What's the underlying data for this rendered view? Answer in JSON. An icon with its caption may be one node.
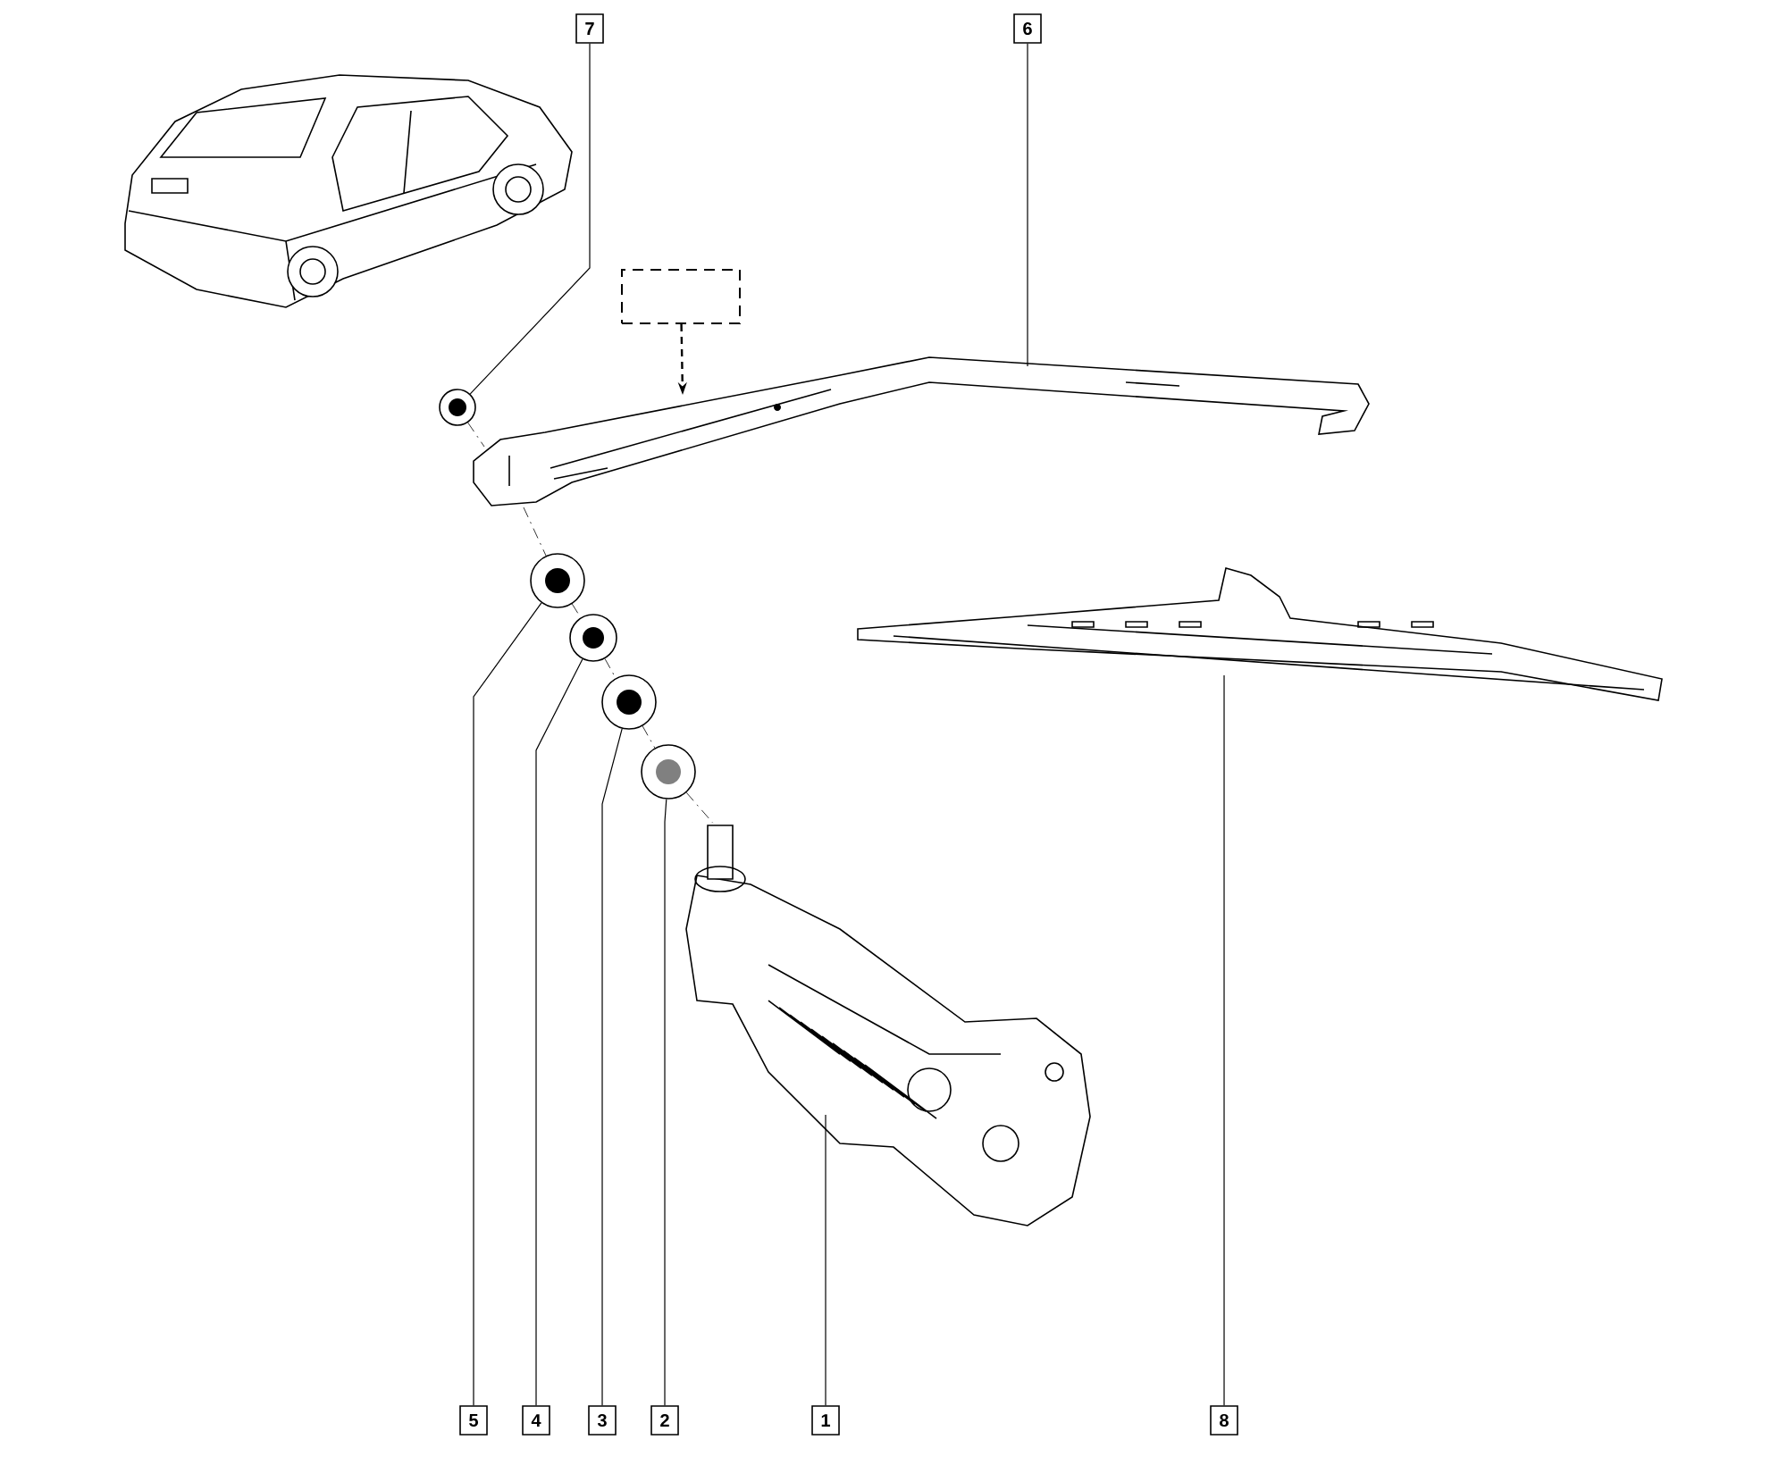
{
  "diagram": {
    "nodes": [
      {
        "text": [
          "7"
        ]
      },
      {
        "text": [
          "6"
        ]
      },
      {
        "text": [
          "5"
        ]
      },
      {
        "text": [
          "4"
        ]
      },
      {
        "text": [
          "3"
        ]
      },
      {
        "text": [
          "2"
        ]
      },
      {
        "text": [
          "1"
        ]
      },
      {
        "text": [
          "8"
        ]
      },
      {
        "text": [],
        "shape": "picture"
      },
      {
        "text": [],
        "shape": "picture"
      },
      {
        "text": [],
        "shape": "box"
      },
      {
        "text": [],
        "shape": "picture"
      },
      {
        "text": [],
        "shape": "picture"
      },
      {
        "text": [],
        "shape": "picture"
      },
      {
        "text": [],
        "shape": "picture"
      },
      {
        "text": [],
        "shape": "picture"
      },
      {
        "text": [],
        "shape": "picture"
      },
      {
        "text": [],
        "shape": "picture"
      }
    ],
    "edges": [
      {
        "from": 0,
        "to": 9,
        "arrow": "none"
      },
      {
        "from": 1,
        "to": 11,
        "arrow": "none"
      },
      {
        "from": 2,
        "to": 12,
        "arrow": "none"
      },
      {
        "from": 3,
        "to": 13,
        "arrow": "none"
      },
      {
        "from": 4,
        "to": 14,
        "arrow": "none"
      },
      {
        "from": 5,
        "to": 15,
        "arrow": "none"
      },
      {
        "from": 6,
        "to": 16,
        "arrow": "none"
      },
      {
        "from": 7,
        "to": 17,
        "arrow": "none"
      },
      {
        "from": 10,
        "to": 11,
        "arrow": "to",
        "style": "dashed"
      },
      {
        "from": 9,
        "to": 11,
        "arrow": "none",
        "style": "dashed"
      },
      {
        "from": 11,
        "to": 12,
        "arrow": "none",
        "style": "dashed"
      },
      {
        "from": 12,
        "to": 13,
        "arrow": "none",
        "style": "dashed"
      },
      {
        "from": 13,
        "to": 14,
        "arrow": "none",
        "style": "dashed"
      },
      {
        "from": 14,
        "to": 15,
        "arrow": "none",
        "style": "dashed"
      },
      {
        "from": 15,
        "to": 16,
        "arrow": "none",
        "style": "dashed"
      }
    ]
  }
}
